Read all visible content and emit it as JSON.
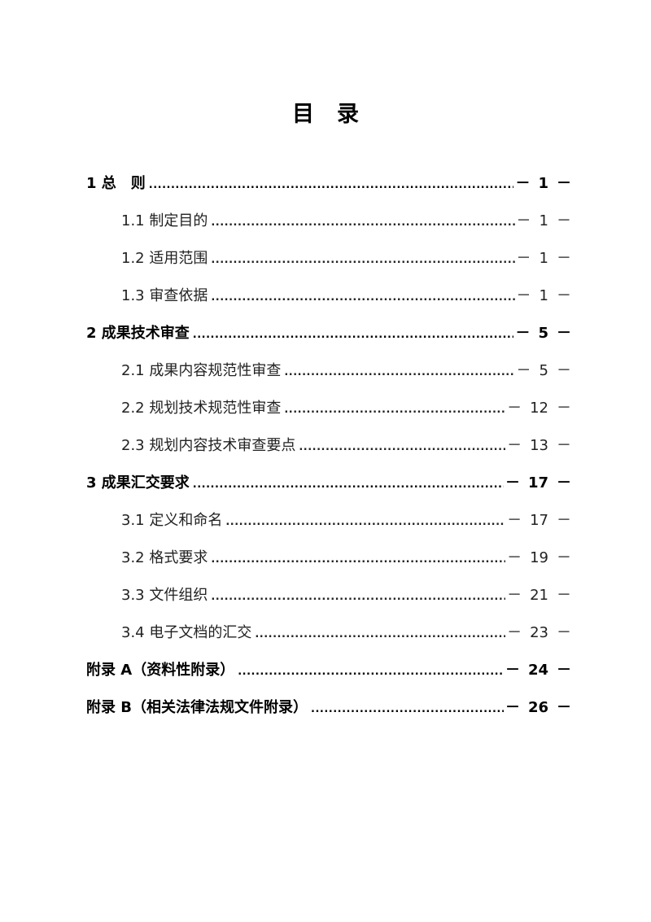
{
  "document": {
    "title_chars": [
      "目",
      "录"
    ]
  },
  "toc": [
    {
      "level": 1,
      "label": "1 总　则",
      "page": "1"
    },
    {
      "level": 2,
      "label": "1.1 制定目的",
      "page": "1"
    },
    {
      "level": 2,
      "label": "1.2 适用范围",
      "page": "1"
    },
    {
      "level": 2,
      "label": "1.3 审查依据",
      "page": "1"
    },
    {
      "level": 1,
      "label": "2 成果技术审查",
      "page": "5"
    },
    {
      "level": 2,
      "label": "2.1 成果内容规范性审查",
      "page": "5"
    },
    {
      "level": 2,
      "label": "2.2 规划技术规范性审查",
      "page": "12"
    },
    {
      "level": 2,
      "label": "2.3 规划内容技术审查要点",
      "page": "13"
    },
    {
      "level": 1,
      "label": "3 成果汇交要求",
      "page": "17"
    },
    {
      "level": 2,
      "label": "3.1 定义和命名",
      "page": "17"
    },
    {
      "level": 2,
      "label": "3.2 格式要求",
      "page": "19"
    },
    {
      "level": 2,
      "label": "3.3 文件组织",
      "page": "21"
    },
    {
      "level": 2,
      "label": "3.4 电子文档的汇交",
      "page": "23"
    },
    {
      "level": 1,
      "label": "附录 A（资料性附录）",
      "page": "24"
    },
    {
      "level": 1,
      "label": "附录 B（相关法律法规文件附录）",
      "page": "26"
    }
  ],
  "page_number_format": {
    "prefix": "－",
    "suffix": "－"
  }
}
